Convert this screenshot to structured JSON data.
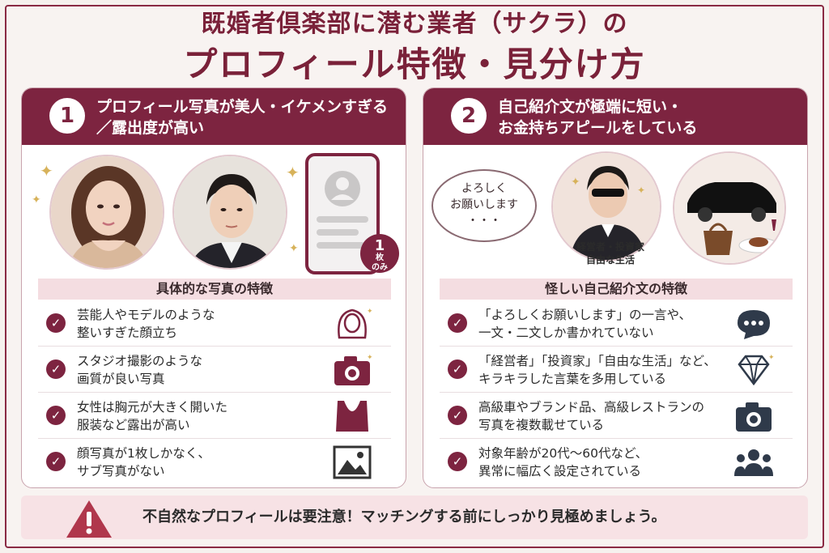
{
  "header": {
    "title_line1": "既婚者倶楽部に潜む業者（サクラ）の",
    "title_line2": "プロフィール特徴・見分け方"
  },
  "colors": {
    "accent": "#7d2440",
    "band": "#f4dde1",
    "warn_bar": "#f7e2e5"
  },
  "left_panel": {
    "number": "1",
    "heading_line1": "プロフィール写真が美人・イケメンすぎる",
    "heading_line2": "／露出度が高い",
    "phone_badge_main": "1",
    "phone_badge_sub1": "枚",
    "phone_badge_sub2": "のみ",
    "subheading": "具体的な写真の特徴",
    "items": [
      {
        "line1": "芸能人やモデルのような",
        "line2": "整いすぎた顔立ち",
        "icon": "woman-face-icon"
      },
      {
        "line1": "スタジオ撮影のような",
        "line2": "画質が良い写真",
        "icon": "camera-icon"
      },
      {
        "line1": "女性は胸元が大きく開いた",
        "line2": "服装など露出が高い",
        "icon": "low-neckline-top-icon"
      },
      {
        "line1": "顔写真が1枚しかなく、",
        "line2": "サブ写真がない",
        "icon": "image-icon"
      }
    ]
  },
  "right_panel": {
    "number": "2",
    "heading_line1": "自己紹介文が極端に短い・",
    "heading_line2": "お金持ちアピールをしている",
    "bubble_line1": "よろしく",
    "bubble_line2": "お願いします",
    "bubble_line3": "・・・",
    "caption_line1": "経営者・投資家",
    "caption_line2": "自由な生活",
    "subheading": "怪しい自己紹介文の特徴",
    "items": [
      {
        "line1": "「よろしくお願いします」の一言や、",
        "line2": "一文・二文しか書かれていない",
        "icon": "chat-bubble-icon"
      },
      {
        "line1": "「経営者」「投資家」「自由な生活」など、",
        "line2": "キラキラした言葉を多用している",
        "icon": "diamond-icon"
      },
      {
        "line1": "高級車やブランド品、高級レストランの",
        "line2": "写真を複数載せている",
        "icon": "camera-icon"
      },
      {
        "line1": "対象年齢が20代〜60代など、",
        "line2": "異常に幅広く設定されている",
        "icon": "group-icon"
      }
    ]
  },
  "warning": {
    "icon": "warning-triangle-icon",
    "text": "不自然なプロフィールは要注意！マッチングする前にしっかり見極めましょう。"
  }
}
